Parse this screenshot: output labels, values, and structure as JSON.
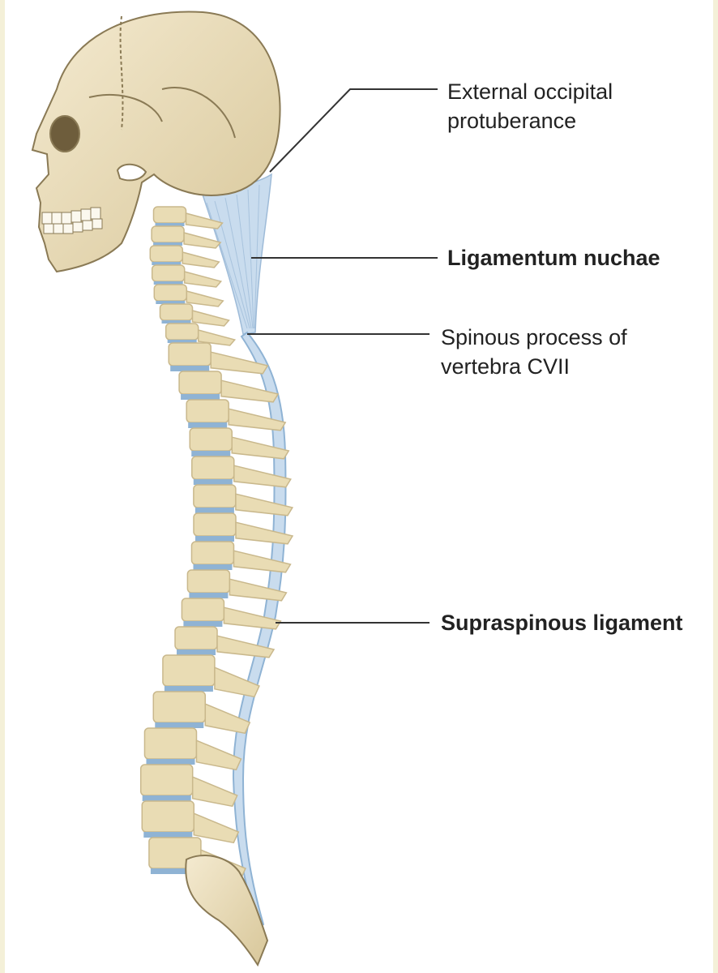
{
  "figure": {
    "labels": {
      "occipital": [
        "External occipital",
        "protuberance"
      ],
      "nuchae": [
        "Ligamentum nuchae"
      ],
      "spinous": [
        "Spinous process of",
        "vertebra CVII"
      ],
      "supraspinous": [
        "Supraspinous ligament"
      ]
    },
    "colors": {
      "bone": "#e9dcb4",
      "bone_shadow": "#c9b88c",
      "ligament": "#c9dcee",
      "disc": "#8fb3d4",
      "leader_line": "#333333",
      "background": "#ffffff"
    }
  }
}
